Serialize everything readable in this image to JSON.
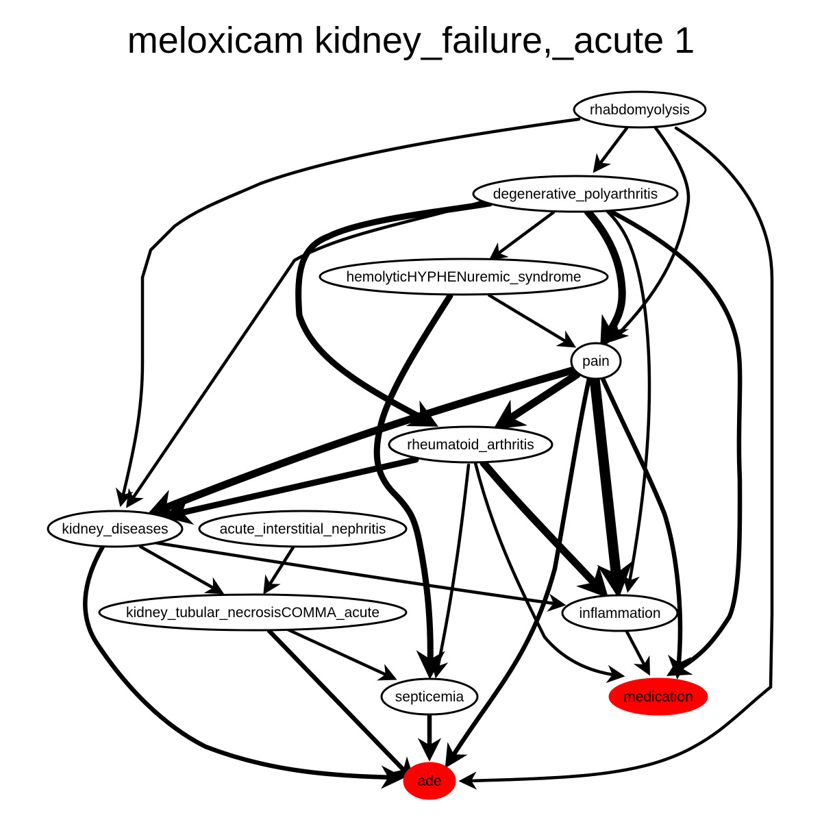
{
  "title": "meloxicam kidney_failure,_acute 1",
  "colors": {
    "highlight": "#ff0000",
    "default_fill": "#ffffff",
    "stroke": "#000000"
  },
  "nodes": [
    {
      "id": "rhabdomyolysis",
      "label": "rhabdomyolysis",
      "highlight": false
    },
    {
      "id": "degenerative_polyarthritis",
      "label": "degenerative_polyarthritis",
      "highlight": false
    },
    {
      "id": "hemolytic",
      "label": "hemolyticHYPHENuremic_syndrome",
      "highlight": false
    },
    {
      "id": "pain",
      "label": "pain",
      "highlight": false
    },
    {
      "id": "rheumatoid_arthritis",
      "label": "rheumatoid_arthritis",
      "highlight": false
    },
    {
      "id": "kidney_diseases",
      "label": "kidney_diseases",
      "highlight": false
    },
    {
      "id": "acute_interstitial_nephritis",
      "label": "acute_interstitial_nephritis",
      "highlight": false
    },
    {
      "id": "kidney_tubular_necrosis",
      "label": "kidney_tubular_necrosisCOMMA_acute",
      "highlight": false
    },
    {
      "id": "inflammation",
      "label": "inflammation",
      "highlight": false
    },
    {
      "id": "septicemia",
      "label": "septicemia",
      "highlight": false
    },
    {
      "id": "medication",
      "label": "medication",
      "highlight": true
    },
    {
      "id": "ade",
      "label": "ade",
      "highlight": true
    }
  ],
  "edges": [
    {
      "from": "rhabdomyolysis",
      "to": "degenerative_polyarthritis",
      "weight": 1
    },
    {
      "from": "rhabdomyolysis",
      "to": "kidney_diseases",
      "weight": 1
    },
    {
      "from": "rhabdomyolysis",
      "to": "pain",
      "weight": 1
    },
    {
      "from": "rhabdomyolysis",
      "to": "ade",
      "weight": 1
    },
    {
      "from": "degenerative_polyarthritis",
      "to": "hemolytic",
      "weight": 1
    },
    {
      "from": "degenerative_polyarthritis",
      "to": "rheumatoid_arthritis",
      "weight": 3
    },
    {
      "from": "degenerative_polyarthritis",
      "to": "kidney_diseases",
      "weight": 1
    },
    {
      "from": "degenerative_polyarthritis",
      "to": "pain",
      "weight": 4
    },
    {
      "from": "degenerative_polyarthritis",
      "to": "inflammation",
      "weight": 1
    },
    {
      "from": "degenerative_polyarthritis",
      "to": "medication",
      "weight": 2
    },
    {
      "from": "hemolytic",
      "to": "pain",
      "weight": 1
    },
    {
      "from": "hemolytic",
      "to": "septicemia",
      "weight": 3
    },
    {
      "from": "pain",
      "to": "rheumatoid_arthritis",
      "weight": 4
    },
    {
      "from": "pain",
      "to": "kidney_diseases",
      "weight": 4
    },
    {
      "from": "pain",
      "to": "inflammation",
      "weight": 5
    },
    {
      "from": "pain",
      "to": "medication",
      "weight": 2
    },
    {
      "from": "pain",
      "to": "ade",
      "weight": 2
    },
    {
      "from": "rheumatoid_arthritis",
      "to": "kidney_diseases",
      "weight": 3
    },
    {
      "from": "rheumatoid_arthritis",
      "to": "inflammation",
      "weight": 4
    },
    {
      "from": "rheumatoid_arthritis",
      "to": "septicemia",
      "weight": 1
    },
    {
      "from": "rheumatoid_arthritis",
      "to": "medication",
      "weight": 1
    },
    {
      "from": "kidney_diseases",
      "to": "kidney_tubular_necrosis",
      "weight": 1
    },
    {
      "from": "kidney_diseases",
      "to": "inflammation",
      "weight": 1
    },
    {
      "from": "kidney_diseases",
      "to": "ade",
      "weight": 2
    },
    {
      "from": "acute_interstitial_nephritis",
      "to": "kidney_tubular_necrosis",
      "weight": 1
    },
    {
      "from": "kidney_tubular_necrosis",
      "to": "septicemia",
      "weight": 1
    },
    {
      "from": "kidney_tubular_necrosis",
      "to": "ade",
      "weight": 2
    },
    {
      "from": "inflammation",
      "to": "medication",
      "weight": 1
    },
    {
      "from": "septicemia",
      "to": "ade",
      "weight": 2
    }
  ]
}
